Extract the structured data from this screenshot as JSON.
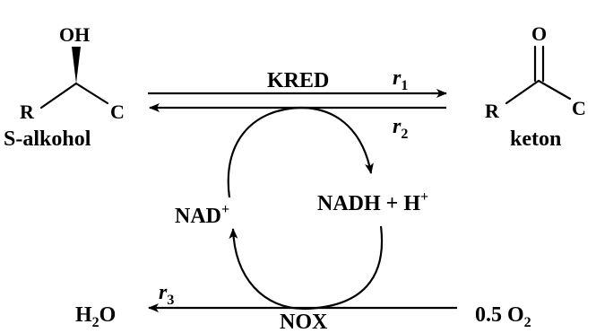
{
  "alcohol": {
    "oh": "OH",
    "r": "R",
    "c": "C",
    "name": "S-alkohol"
  },
  "ketone": {
    "o": "O",
    "r": "R",
    "c": "C",
    "name": "keton"
  },
  "enzymes": {
    "kred": "KRED",
    "nox": "NOX"
  },
  "rates": {
    "r1": {
      "base": "r",
      "sub": "1"
    },
    "r2": {
      "base": "r",
      "sub": "2"
    },
    "r3": {
      "base": "r",
      "sub": "3"
    }
  },
  "cofactors": {
    "nad": {
      "base": "NAD",
      "sup": "+"
    },
    "nadh": {
      "base": "NADH + H",
      "sup": "+"
    }
  },
  "species": {
    "water": {
      "h": "H",
      "sub": "2",
      "o": "O"
    },
    "oxygen": {
      "coef": "0.5 O",
      "sub": "2"
    }
  }
}
